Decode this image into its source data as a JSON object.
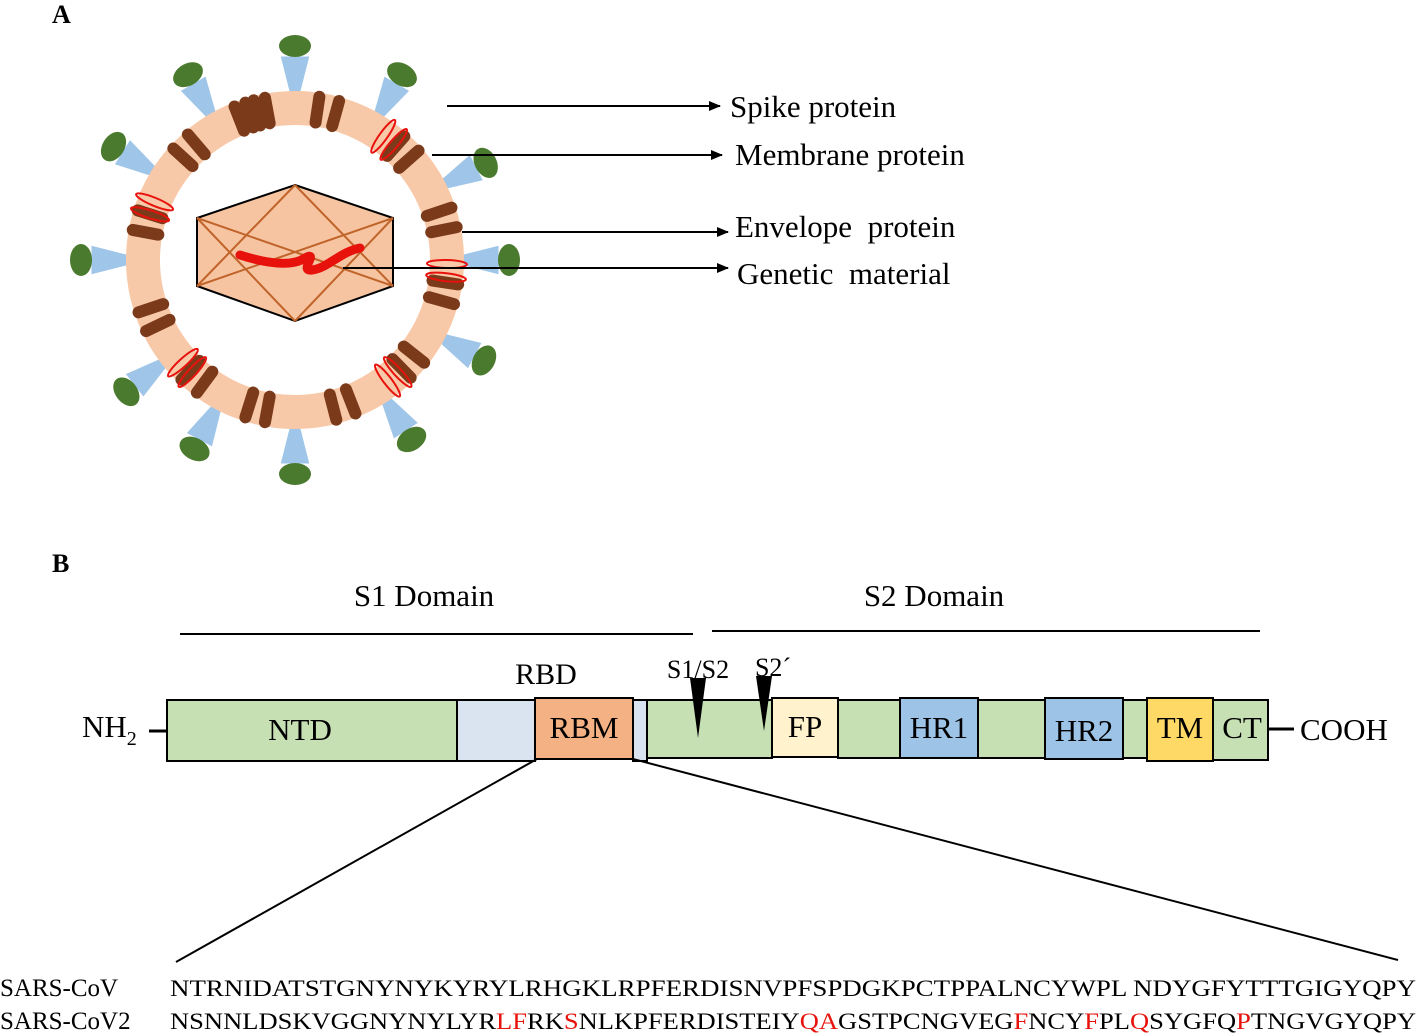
{
  "panel_a": {
    "label": "A",
    "labels": {
      "spike": "Spike protein",
      "membrane": "Membrane protein",
      "envelope": "Envelope  protein",
      "genetic": "Genetic  material"
    }
  },
  "panel_b": {
    "label": "B",
    "s1_domain": "S1 Domain",
    "s2_domain": "S2 Domain",
    "rbd": "RBD",
    "cleavage_s1s2": "S1/S2",
    "cleavage_s2prime": "S2´",
    "n_terminus": "NH",
    "n_terminus_sub": "2",
    "c_terminus": "COOH",
    "segments": {
      "ntd": "NTD",
      "rbm": "RBM",
      "fp": "FP",
      "hr1": "HR1",
      "hr2": "HR2",
      "tm": "TM",
      "ct": "CT"
    },
    "sequences": [
      {
        "name": "SARS-CoV",
        "parts": [
          "NTRNIDATSTGNYNYKYRYLRHGKLRPFERDISNVPFSPDGKPCTPPALNCYWPL NDYGFYTTTGIGYQPY"
        ]
      },
      {
        "name": "SARS-CoV2",
        "parts": [
          "NSNNLDSKVGGNYNYLYR",
          "LF",
          "RK",
          "S",
          "NLKPFERDISTEIY",
          "QA",
          "GSTPCNGVEG",
          "F",
          "NCY",
          "F",
          "PL",
          "Q",
          "SYGFQ",
          "P",
          "TNGVGYQPY"
        ]
      }
    ]
  },
  "colors": {
    "membrane_ring": "#f8c9a8",
    "capsid": "#f7c4a2",
    "capsid_stroke": "#c0642a",
    "membrane_protein": "#7b3a1a",
    "spike_stalk": "#9fc6e8",
    "spike_head": "#4a7a2e",
    "envelope_protein": "#e8120c",
    "genetic_material": "#e8120c",
    "segment_green": "#c6e0b4",
    "segment_blue_gray": "#dae3f0",
    "segment_rbm": "#f4b183",
    "segment_fp": "#fff2cc",
    "segment_hr": "#9dc3e6",
    "segment_tm": "#ffd966",
    "mutation_red": "#e8120c"
  }
}
